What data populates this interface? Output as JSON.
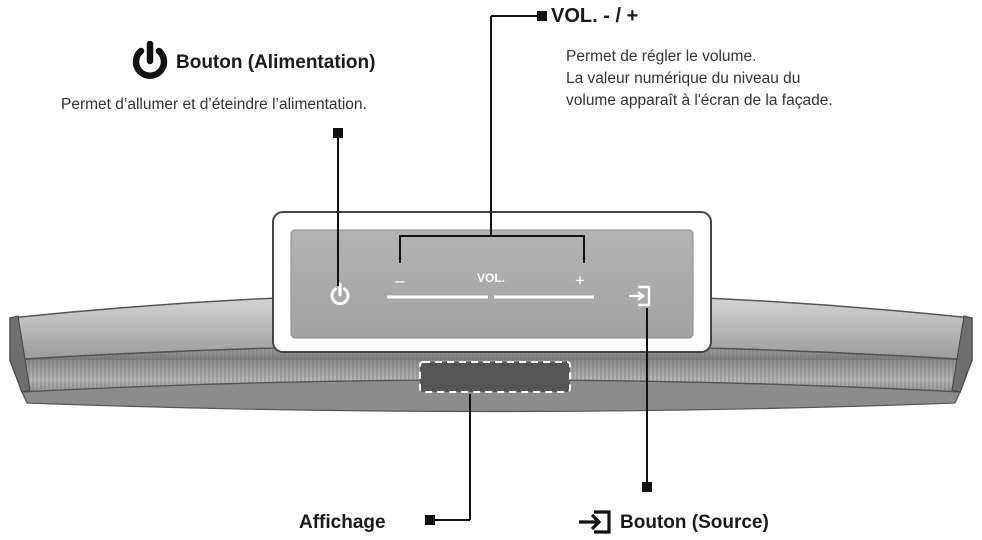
{
  "power": {
    "title": "Bouton (Alimentation)",
    "description": "Permet d’allumer et d’éteindre l’alimentation."
  },
  "volume": {
    "title": "VOL. - / +",
    "description": [
      "Permet de régler le volume.",
      "La valeur numérique du niveau du",
      "volume apparaît à l'écran de la façade."
    ],
    "panel_minus": "–",
    "panel_label": "VOL.",
    "panel_plus": "+"
  },
  "display": {
    "title": "Affichage"
  },
  "source": {
    "title": "Bouton (Source)"
  }
}
